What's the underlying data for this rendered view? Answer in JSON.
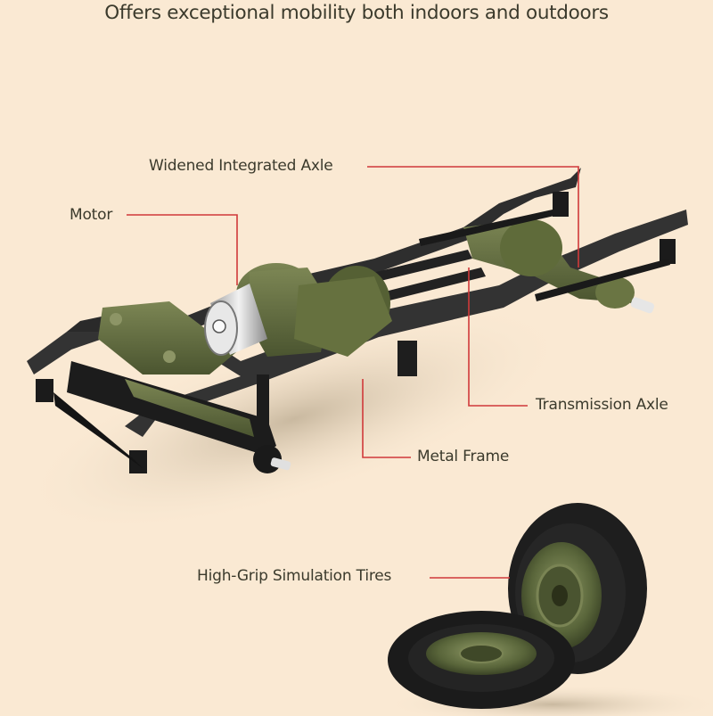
{
  "headline": "Offers exceptional mobility both indoors and outdoors",
  "callouts": {
    "axle": "Widened Integrated Axle",
    "motor": "Motor",
    "transmission": "Transmission Axle",
    "frame": "Metal Frame",
    "tires": "High-Grip Simulation Tires"
  },
  "colors": {
    "background": "#fae9d3",
    "text": "#3b3a2c",
    "leader_line": "#d0393a",
    "frame_metal": "#2e2e2e",
    "drivetrain_green": "#5e6b3c",
    "tire_rubber": "#1f1f1f"
  },
  "images": {
    "chassis": "rc-truck-chassis-render",
    "tires": "two-spare-tires-with-green-rims"
  }
}
